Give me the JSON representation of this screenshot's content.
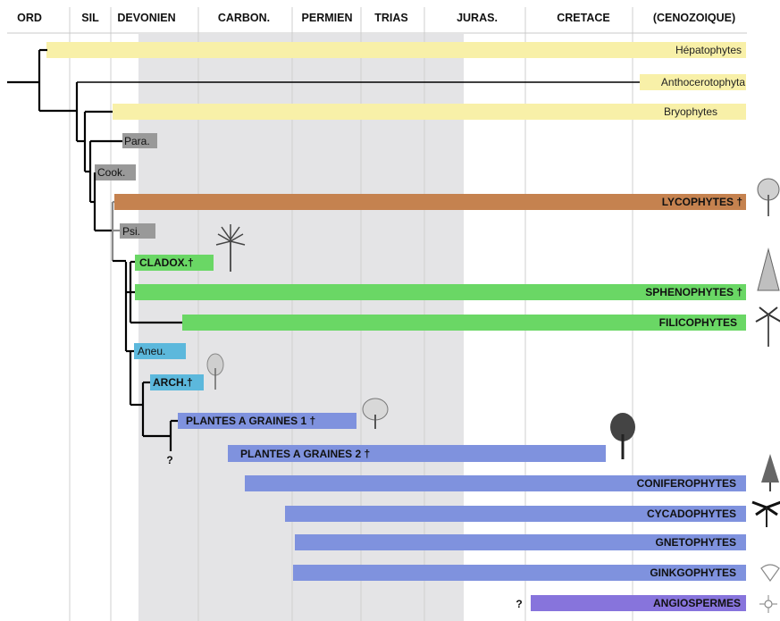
{
  "colors": {
    "shade": "#e4e4e6",
    "yellow": "#f8f0a8",
    "grey": "#999999",
    "brown": "#c5824f",
    "green": "#6ad765",
    "cyan": "#5cb8dc",
    "blue": "#7f92de",
    "violet": "#8774dc"
  },
  "periods": [
    "ORD",
    "SIL",
    "DEVONIEN",
    "CARBON.",
    "PERMIEN",
    "TRIAS",
    "JURAS.",
    "CRETACE",
    "(CENOZOIQUE)"
  ],
  "taxa": [
    {
      "label": "Hépatophytes",
      "color": "yellow",
      "style": "normal"
    },
    {
      "label": "Anthocerotophyta",
      "color": "yellow",
      "style": "line"
    },
    {
      "label": "Bryophytes",
      "color": "yellow",
      "style": "normal"
    },
    {
      "label": "Para.",
      "color": "grey",
      "style": "normal"
    },
    {
      "label": "Cook.",
      "color": "grey",
      "style": "normal"
    },
    {
      "label": "LYCOPHYTES †",
      "color": "brown",
      "style": "bold"
    },
    {
      "label": "Psi.",
      "color": "grey",
      "style": "normal"
    },
    {
      "label": "CLADOX.†",
      "color": "green",
      "style": "bold"
    },
    {
      "label": "SPHENOPHYTES †",
      "color": "green",
      "style": "bold"
    },
    {
      "label": "FILICOPHYTES",
      "color": "green",
      "style": "bold"
    },
    {
      "label": "Aneu.",
      "color": "cyan",
      "style": "normal"
    },
    {
      "label": "ARCH.†",
      "color": "cyan",
      "style": "bold"
    },
    {
      "label": "PLANTES A GRAINES 1 †",
      "color": "blue",
      "style": "bold"
    },
    {
      "label": "PLANTES A GRAINES 2 †",
      "color": "blue",
      "style": "bold"
    },
    {
      "label": "CONIFEROPHYTES",
      "color": "blue",
      "style": "bold"
    },
    {
      "label": "CYCADOPHYTES",
      "color": "blue",
      "style": "bold"
    },
    {
      "label": "GNETOPHYTES",
      "color": "blue",
      "style": "bold"
    },
    {
      "label": "GINKGOPHYTES",
      "color": "blue",
      "style": "bold"
    },
    {
      "label": "ANGIOSPERMES",
      "color": "violet",
      "style": "bold"
    }
  ],
  "question_mark": "?"
}
